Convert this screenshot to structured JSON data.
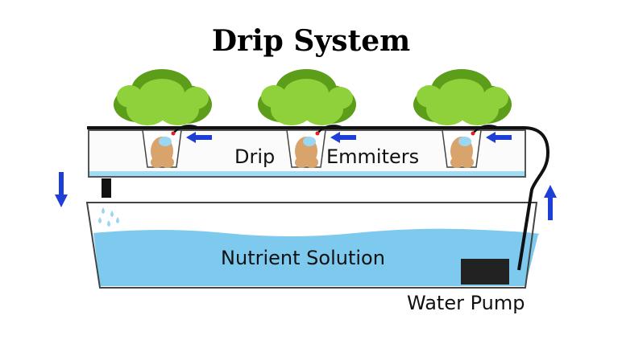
{
  "title": "Drip System",
  "labels": {
    "drip": "Drip",
    "emmiters": "Emmiters",
    "nutrient_solution": "Nutrient Solution",
    "water_pump": "Water Pump"
  },
  "colors": {
    "water": "#7ec9ee",
    "water_light": "#bfe6f8",
    "arrow": "#1d3fd6",
    "leaf_dark": "#5c9d1a",
    "leaf_light": "#8fd13a",
    "pump": "#222222",
    "tube": "#111111"
  },
  "icons": {
    "plant": "lettuce-icon",
    "flow_down": "arrow-down-icon",
    "flow_up": "arrow-up-icon",
    "pump": "pump-icon"
  }
}
